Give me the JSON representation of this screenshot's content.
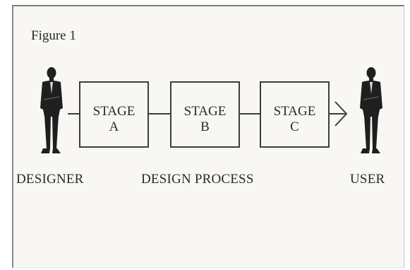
{
  "figure_label": "Figure 1",
  "stages": [
    {
      "line1": "STAGE",
      "line2": "A"
    },
    {
      "line1": "STAGE",
      "line2": "B"
    },
    {
      "line1": "STAGE",
      "line2": "C"
    }
  ],
  "labels": {
    "designer": "DESIGNER",
    "process": "DESIGN PROCESS",
    "user": "USER"
  },
  "icons": {
    "designer": "person-icon",
    "user": "person-icon",
    "arrow": "arrow-head-icon"
  }
}
